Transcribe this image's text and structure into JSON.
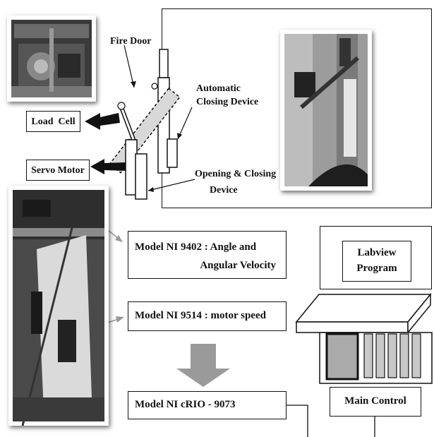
{
  "labels": {
    "fire_door": "Fire Door",
    "automatic_closing_line1": "Automatic",
    "automatic_closing_line2": "Closing Device",
    "opening_closing_line1": "Opening & Closing",
    "opening_closing_line2": "Device",
    "load_cell": "Load  Cell",
    "servo_motor": "Servo Motor",
    "ni9402_line1": "Model NI 9402 : Angle and",
    "ni9402_line2": "Angular Velocity",
    "ni9514": "Model NI 9514 : motor speed",
    "crio": "Model NI cRIO - 9073",
    "labview_line1": "Labview",
    "labview_line2": "Program",
    "main_control": "Main Control"
  },
  "colors": {
    "arrow_gray": "#9a9a9a",
    "module_fill": "#c8c8c8",
    "black": "#111111"
  },
  "icons": {
    "down_arrow": "big-gray-down-arrow",
    "left_arrow": "black-left-arrow"
  }
}
